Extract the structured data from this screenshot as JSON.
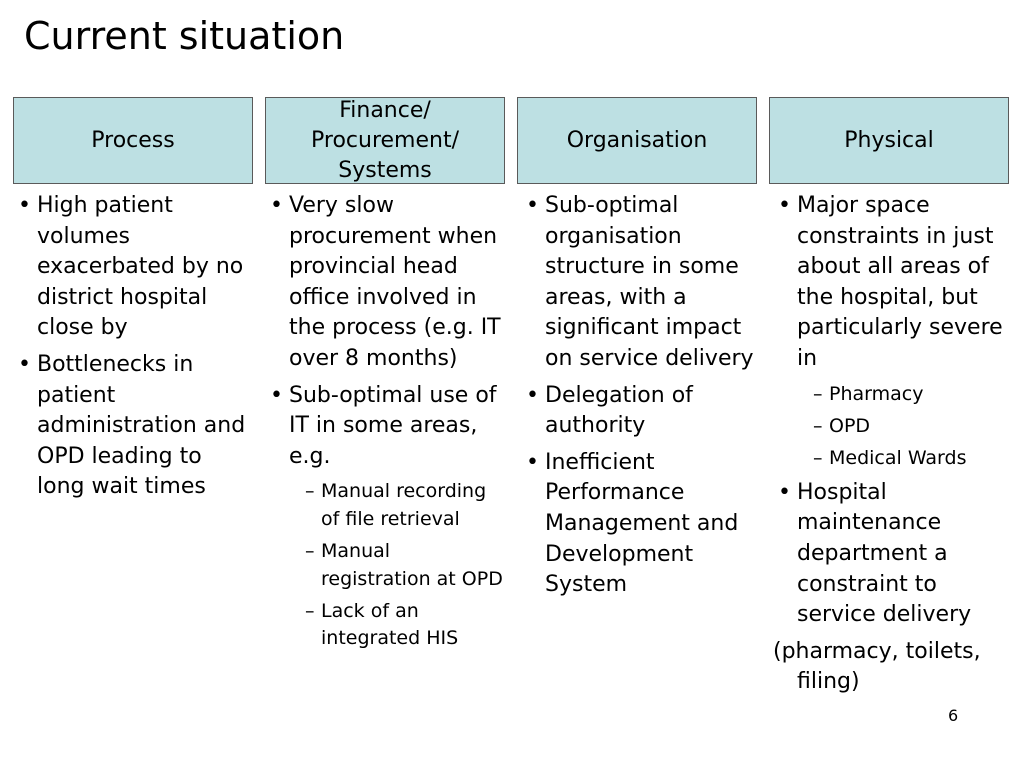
{
  "slide": {
    "title": "Current situation",
    "page_number": "6",
    "header_fill_color": "#bde0e3",
    "header_border_color": "#5a5a5a"
  },
  "columns": [
    {
      "header": "Process",
      "bullets": [
        {
          "text": "High patient volumes exacerbated by no district hospital close by",
          "subs": []
        },
        {
          "text": "Bottlenecks in patient administration and OPD leading to long wait times",
          "subs": []
        }
      ]
    },
    {
      "header": "Finance/ Procurement/ Systems",
      "bullets": [
        {
          "text": "Very slow procurement when provincial head office involved in the process (e.g. IT over 8 months)",
          "subs": []
        },
        {
          "text": "Sub-optimal use of IT in some areas, e.g.",
          "subs": [
            "Manual recording of file retrieval",
            "Manual registration at OPD",
            "Lack of an integrated HIS"
          ]
        }
      ]
    },
    {
      "header": "Organisation",
      "bullets": [
        {
          "text": "Sub-optimal organisation structure in some areas, with a significant impact on service delivery",
          "subs": []
        },
        {
          "text": "Delegation of authority",
          "subs": []
        },
        {
          "text": "Inefficient Performance Management and Development System",
          "subs": []
        }
      ]
    },
    {
      "header": "Physical",
      "bullets": [
        {
          "text": "Major space constraints in just about all areas of the hospital, but particularly severe in",
          "subs": [
            "Pharmacy",
            "OPD",
            "Medical Wards"
          ]
        },
        {
          "text": "Hospital maintenance department a constraint to service delivery",
          "subs": []
        }
      ],
      "trailing_note": "(pharmacy, toilets, filing)"
    }
  ],
  "symbols": {
    "bullet": "•",
    "dash": "–"
  }
}
